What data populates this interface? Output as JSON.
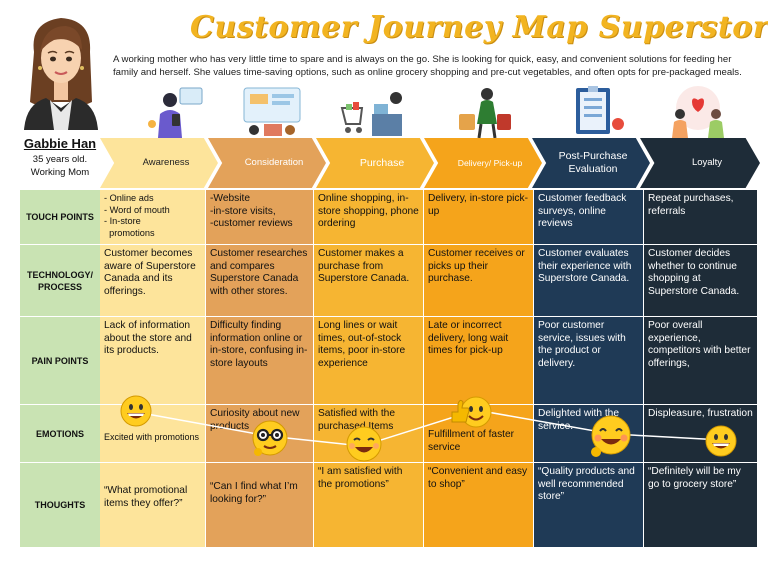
{
  "title": "Customer Journey Map Superstore",
  "description": "A working mother who has very little time to spare and is always on the go. She is looking for quick, easy, and convenient solutions for feeding her family and herself. She values time-saving options, such as online grocery shopping and pre-cut vegetables, and often opts for pre-packaged meals.",
  "persona": {
    "name": "Gabbie Han",
    "age": "35 years old.",
    "role": "Working Mom"
  },
  "stages": [
    {
      "label": "Awareness",
      "color": "#fde49b"
    },
    {
      "label": "Consideration",
      "color": "#e3a25a"
    },
    {
      "label": "Purchase",
      "color": "#f6b532"
    },
    {
      "label": "Delivery/ Pick-up",
      "color": "#f5a41b"
    },
    {
      "label": "Post-Purchase Evaluation",
      "color": "#1f3a56"
    },
    {
      "label": "Loyalty",
      "color": "#1e2c38"
    }
  ],
  "rows": [
    {
      "label": "TOUCH POINTS"
    },
    {
      "label": "TECHNOLOGY/ PROCESS"
    },
    {
      "label": "PAIN POINTS"
    },
    {
      "label": "EMOTIONS"
    },
    {
      "label": "THOUGHTS"
    }
  ],
  "cells": {
    "touch": {
      "awareness": [
        "- Online ads",
        "- Word of mouth",
        "- In-store",
        "  promotions"
      ],
      "consideration": "-Website\n-in-store visits,\n-customer reviews",
      "purchase": "Online shopping, in-store shopping, phone ordering",
      "delivery": "Delivery, in-store pick-up",
      "post": "Customer feedback surveys, online reviews",
      "loyalty": "Repeat purchases, referrals"
    },
    "tech": {
      "awareness": "Customer becomes aware of Superstore Canada and its offerings.",
      "consideration": "Customer researches and compares Superstore Canada with other stores.",
      "purchase": "Customer makes a purchase from Superstore Canada.",
      "delivery": "Customer receives or picks up their purchase.",
      "post": "Customer evaluates their experience with Superstore Canada.",
      "loyalty": "Customer decides whether to continue shopping at Superstore Canada."
    },
    "pain": {
      "awareness": "Lack of information about the store and its products.",
      "consideration": "Difficulty finding information online or in-store, confusing in-store layouts",
      "purchase": "Long lines or wait times, out-of-stock items, poor in-store experience",
      "delivery": "Late or incorrect delivery, long wait times for pick-up",
      "post": "Poor customer service, issues with the product or delivery.",
      "loyalty": "Poor overall experience, competitors with better offerings,"
    },
    "emotions": {
      "awareness": "Excited with promotions",
      "consideration": "Curiosity about new products",
      "purchase": "Satisfied with the purchased Items",
      "delivery": "Fulfillment of faster service",
      "post": "Delighted with the service.",
      "loyalty": "Displeasure, frustration"
    },
    "thoughts": {
      "awareness": "“What promotional items they offer?”",
      "consideration": "“Can I find what I’m looking for?”",
      "purchase": "“I am satisfied with the promotions”",
      "delivery": "“Convenient and easy to shop”",
      "post": "“Quality products and well recommended store”",
      "loyalty": "“Definitely will be my go to grocery store”"
    }
  },
  "colors": {
    "title": "#f2b421",
    "row_label_bg": "#c9e3b3",
    "emoji_yellow": "#ffcc1f"
  }
}
